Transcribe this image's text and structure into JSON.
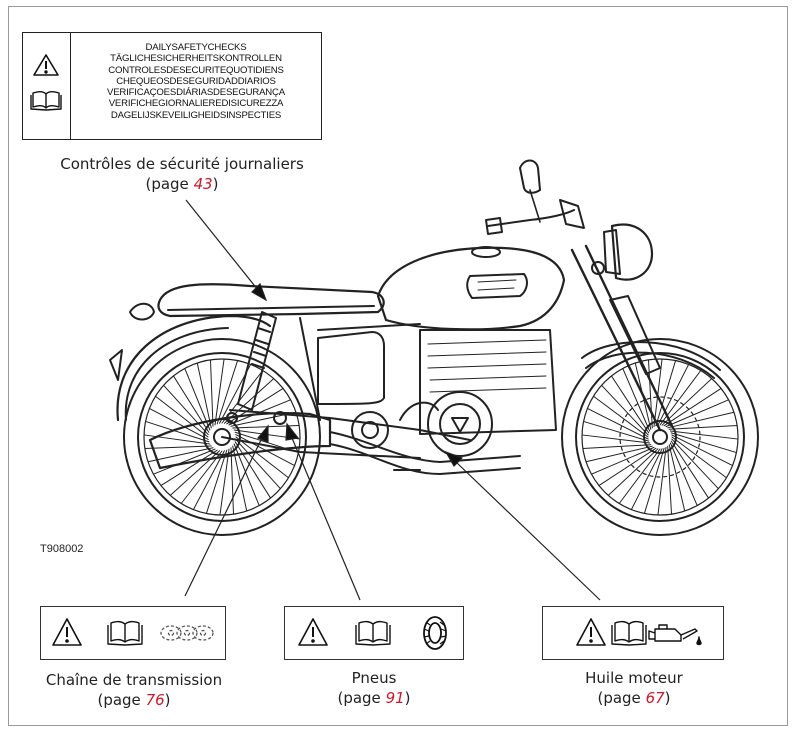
{
  "figure_code": "T908002",
  "sticker": {
    "lines": [
      "DAILYSAFETYCHECKS",
      "TÄGLICHESICHERHEITSKONTROLLEN",
      "CONTROLESDESECURITEQUOTIDIENS",
      "CHEQUEOSDESEGURIDADDIARIOS",
      "VERIFICAÇOESDIÁRIASDESEGURANÇA",
      "VERIFICHEGIORNALIEREDISICUREZZA",
      "DAGELIJSKEVEILIGHEIDSINSPECTIES"
    ],
    "icons": [
      "warning-triangle-icon",
      "open-book-icon"
    ]
  },
  "callouts": {
    "daily_checks": {
      "label": "Contrôles de sécurité journaliers",
      "page_prefix": "(page ",
      "page": "43",
      "page_suffix": ")"
    },
    "chain": {
      "label": "Chaîne de transmission",
      "page_prefix": "(page ",
      "page": "76",
      "page_suffix": ")",
      "icons": [
        "warning-triangle-icon",
        "open-book-icon",
        "chain-icon"
      ]
    },
    "tyres": {
      "label": "Pneus",
      "page_prefix": "(page ",
      "page": "91",
      "page_suffix": ")",
      "icons": [
        "warning-triangle-icon",
        "open-book-icon",
        "tyre-icon"
      ]
    },
    "oil": {
      "label": "Huile moteur",
      "page_prefix": "(page ",
      "page": "67",
      "page_suffix": ")",
      "icons": [
        "warning-triangle-icon",
        "open-book-icon",
        "oil-can-icon"
      ]
    }
  },
  "colors": {
    "page_link": "#d0182a",
    "ink": "#222222"
  }
}
